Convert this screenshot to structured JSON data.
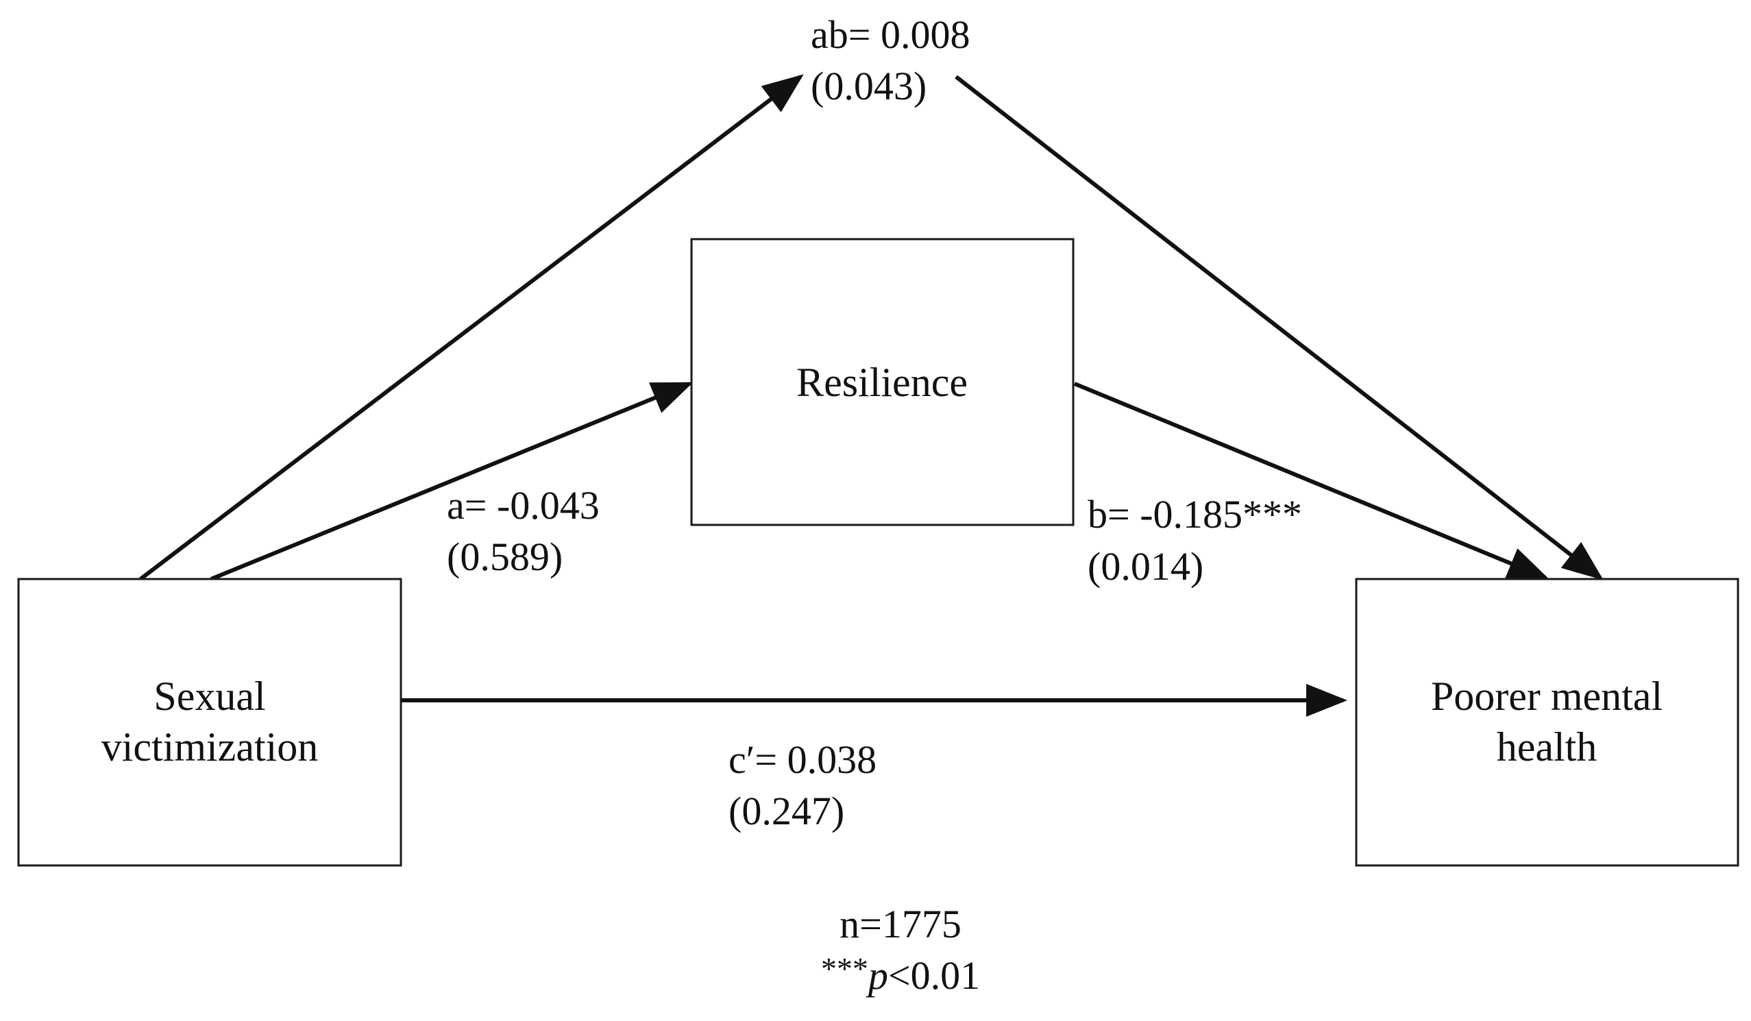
{
  "nodes": {
    "predictor": {
      "line1": "Sexual",
      "line2": "victimization"
    },
    "mediator": {
      "label": "Resilience"
    },
    "outcome": {
      "line1": "Poorer mental",
      "line2": "health"
    }
  },
  "paths": {
    "indirect": {
      "estimate": "ab= 0.008",
      "se": "(0.043)"
    },
    "a": {
      "estimate": "a= -0.043",
      "se": "(0.589)"
    },
    "b": {
      "estimate": "b= -0.185***",
      "se": "(0.014)"
    },
    "c_prime": {
      "estimate": "c′= 0.038",
      "se": "(0.247)"
    }
  },
  "footnote": {
    "sample": "n=1775",
    "sig_stars": "***",
    "sig_symbol": "p",
    "sig_threshold": "<0.01"
  },
  "colors": {
    "line": "#111111",
    "box_border": "#1a1a1a",
    "background": "#ffffff"
  }
}
